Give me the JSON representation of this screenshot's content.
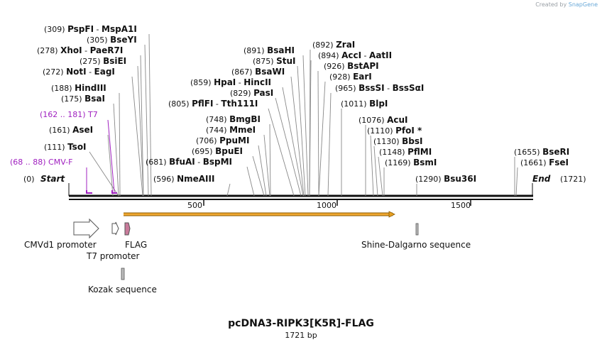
{
  "credit": {
    "prefix": "Created by",
    "brand": "SnapGene"
  },
  "title": "pcDNA3-RIPK3[K5R]-FLAG",
  "subtitle": "1721 bp",
  "colors": {
    "primer": "#a020c0",
    "feature_orf": "#e8a020",
    "flag": "#c87a9a",
    "line": "#888888",
    "text": "#111111"
  },
  "ruler_ticks": [
    "500",
    "1000",
    "1500"
  ],
  "ends": {
    "start": "Start",
    "end": "End",
    "start_pos": "(0)",
    "end_pos": "(1721)"
  },
  "sites": [
    {
      "pos": "(309)",
      "name": "PspFI",
      "iso": "MspA1I"
    },
    {
      "pos": "(305)",
      "name": "BseYI",
      "iso": ""
    },
    {
      "pos": "(278)",
      "name": "XhoI",
      "iso": "PaeR7I"
    },
    {
      "pos": "(275)",
      "name": "BsiEI",
      "iso": ""
    },
    {
      "pos": "(272)",
      "name": "NotI",
      "iso": "EagI"
    },
    {
      "pos": "(188)",
      "name": "HindIII",
      "iso": ""
    },
    {
      "pos": "(175)",
      "name": "BsaI",
      "iso": ""
    },
    {
      "pos": "(161)",
      "name": "AseI",
      "iso": ""
    },
    {
      "pos": "(111)",
      "name": "TsoI",
      "iso": ""
    },
    {
      "pos": "(891)",
      "name": "BsaHI",
      "iso": ""
    },
    {
      "pos": "(875)",
      "name": "StuI",
      "iso": ""
    },
    {
      "pos": "(867)",
      "name": "BsaWI",
      "iso": ""
    },
    {
      "pos": "(859)",
      "name": "HpaI",
      "iso": "HincII"
    },
    {
      "pos": "(829)",
      "name": "PasI",
      "iso": ""
    },
    {
      "pos": "(805)",
      "name": "PflFI",
      "iso": "Tth111I"
    },
    {
      "pos": "(748)",
      "name": "BmgBI",
      "iso": ""
    },
    {
      "pos": "(744)",
      "name": "MmeI",
      "iso": ""
    },
    {
      "pos": "(706)",
      "name": "PpuMI",
      "iso": ""
    },
    {
      "pos": "(695)",
      "name": "BpuEI",
      "iso": ""
    },
    {
      "pos": "(681)",
      "name": "BfuAI",
      "iso": "BspMI"
    },
    {
      "pos": "(596)",
      "name": "NmeAIII",
      "iso": ""
    },
    {
      "pos": "(892)",
      "name": "ZraI",
      "iso": ""
    },
    {
      "pos": "(894)",
      "name": "AccI",
      "iso": "AatII"
    },
    {
      "pos": "(926)",
      "name": "BstAPI",
      "iso": ""
    },
    {
      "pos": "(928)",
      "name": "EarI",
      "iso": ""
    },
    {
      "pos": "(965)",
      "name": "BssSI",
      "iso": "BssSαI"
    },
    {
      "pos": "(1011)",
      "name": "BlpI",
      "iso": ""
    },
    {
      "pos": "(1076)",
      "name": "AcuI",
      "iso": ""
    },
    {
      "pos": "(1110)",
      "name": "PfoI *",
      "iso": ""
    },
    {
      "pos": "(1130)",
      "name": "BbsI",
      "iso": ""
    },
    {
      "pos": "(1148)",
      "name": "PflMI",
      "iso": ""
    },
    {
      "pos": "(1169)",
      "name": "BsmI",
      "iso": ""
    },
    {
      "pos": "(1290)",
      "name": "Bsu36I",
      "iso": ""
    },
    {
      "pos": "(1655)",
      "name": "BseRI",
      "iso": ""
    },
    {
      "pos": "(1661)",
      "name": "FseI",
      "iso": ""
    }
  ],
  "primers": [
    {
      "range": "(162 .. 181)",
      "name": "T7"
    },
    {
      "range": "(68 .. 88)",
      "name": "CMV-F"
    }
  ],
  "features": [
    {
      "name": "CMVd1 promoter"
    },
    {
      "name": "T7 promoter"
    },
    {
      "name": "FLAG"
    },
    {
      "name": "Kozak sequence"
    },
    {
      "name": "Shine-Dalgarno sequence"
    }
  ]
}
